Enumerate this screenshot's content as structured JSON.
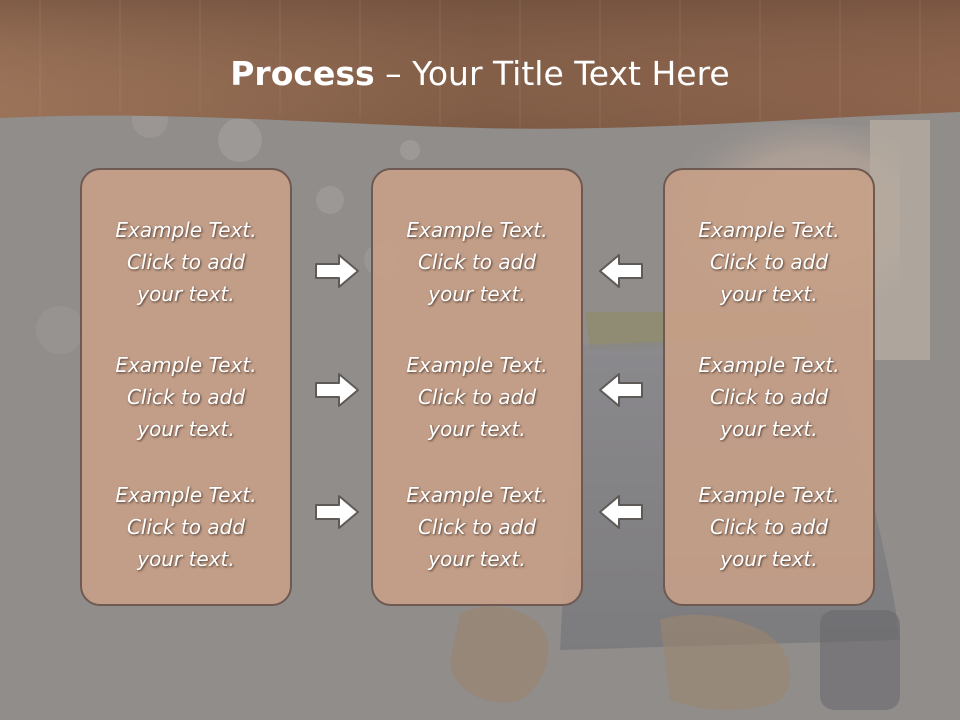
{
  "slide": {
    "title_bold": "Process",
    "title_rest": " – Your Title Text Here",
    "columns": [
      {
        "blocks": [
          {
            "line1": "Example Text.",
            "line2": "Click  to add",
            "line3": "your text."
          },
          {
            "line1": "Example Text.",
            "line2": "Click  to add",
            "line3": "your text."
          },
          {
            "line1": "Example Text.",
            "line2": "Click  to add",
            "line3": "your text."
          }
        ]
      },
      {
        "blocks": [
          {
            "line1": "Example Text.",
            "line2": "Click  to add",
            "line3": "your text."
          },
          {
            "line1": "Example Text.",
            "line2": "Click  to add",
            "line3": "your text."
          },
          {
            "line1": "Example Text.",
            "line2": "Click  to add",
            "line3": "your text."
          }
        ]
      },
      {
        "blocks": [
          {
            "line1": "Example Text.",
            "line2": "Click  to add",
            "line3": "your text."
          },
          {
            "line1": "Example Text.",
            "line2": "Click  to add",
            "line3": "your text."
          },
          {
            "line1": "Example Text.",
            "line2": "Click  to add",
            "line3": "your text."
          }
        ]
      }
    ],
    "arrows": {
      "left_group": "arrow-right-icon",
      "right_group": "arrow-left-icon"
    },
    "colors": {
      "header_brown": "#8a634a",
      "box_fill": "#c8a088",
      "box_border": "#6e5a52",
      "text": "#ffffff"
    }
  }
}
